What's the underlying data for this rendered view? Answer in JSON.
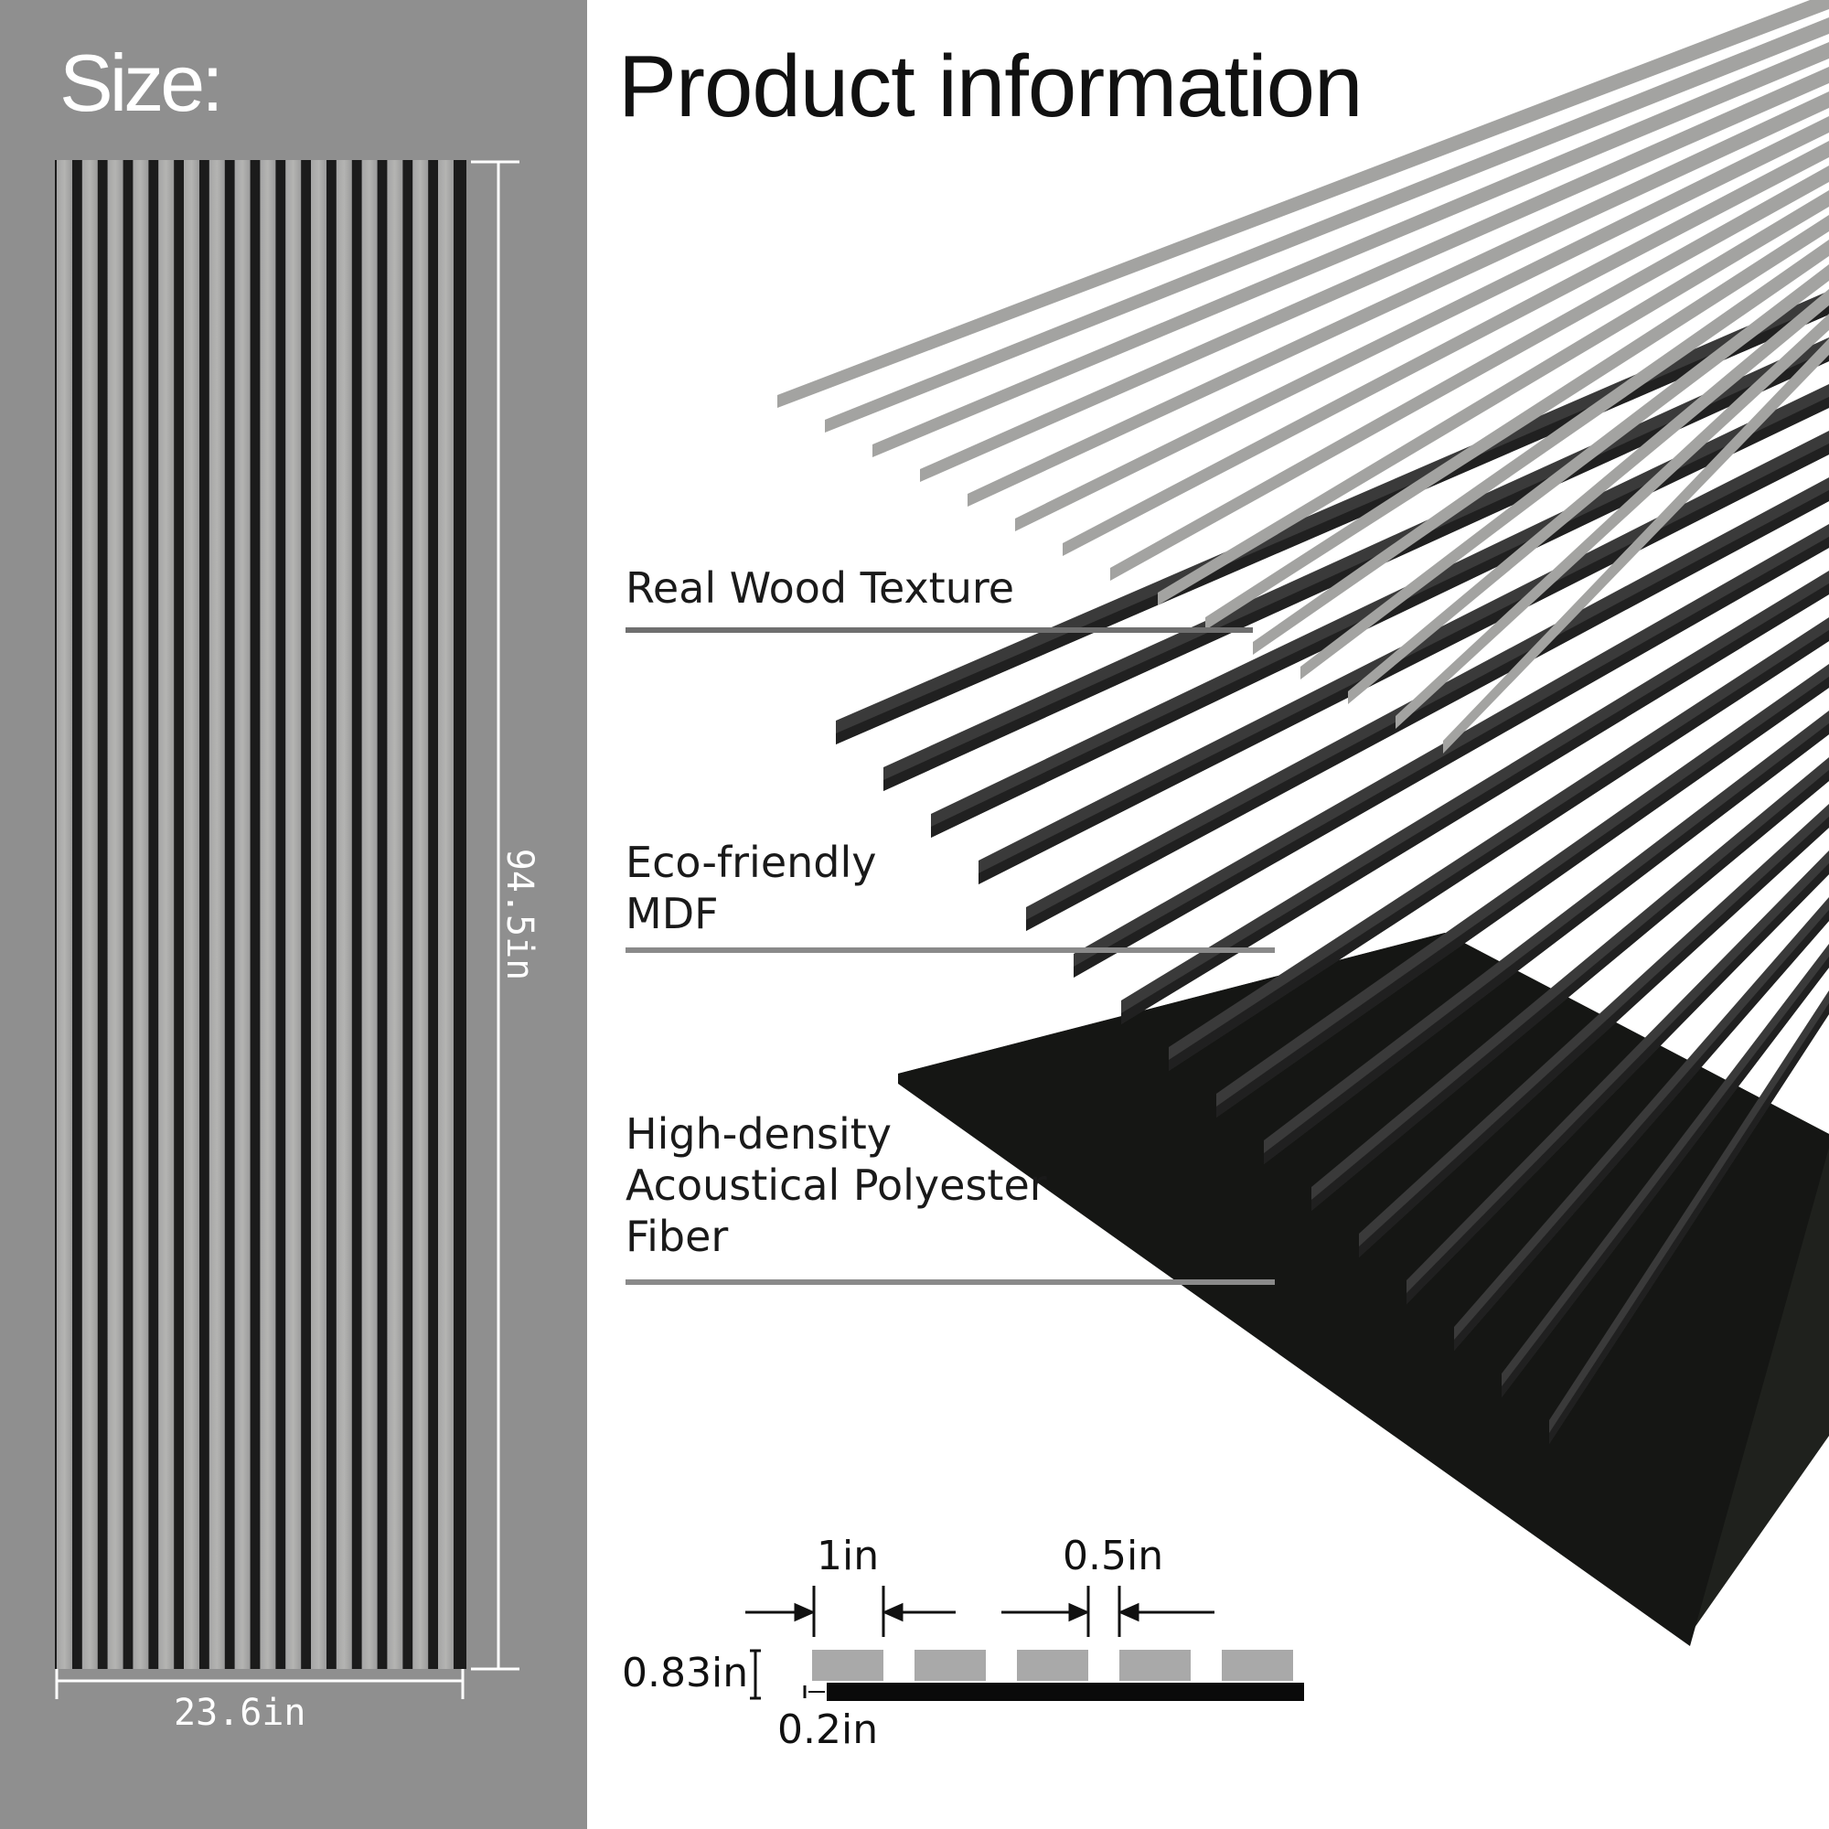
{
  "left": {
    "heading": "Size:",
    "width_label": "23.6in",
    "height_label": "94.5in"
  },
  "right": {
    "title": "Product information",
    "layers": [
      {
        "label_lines": [
          "Real Wood Texture"
        ]
      },
      {
        "label_lines": [
          "Eco-friendly",
          "MDF"
        ]
      },
      {
        "label_lines": [
          "High-density",
          "Acoustical Polyester",
          "Fiber"
        ]
      }
    ]
  },
  "specs": {
    "slat_width": "1in",
    "gap_width": "0.5in",
    "slat_height": "0.83in",
    "backing_thickness": "0.2in"
  },
  "colors": {
    "panel_bg": "#8f8f8f",
    "wood": "#9e9e9e",
    "mdf": "#383838",
    "fiber": "#1e201c"
  }
}
